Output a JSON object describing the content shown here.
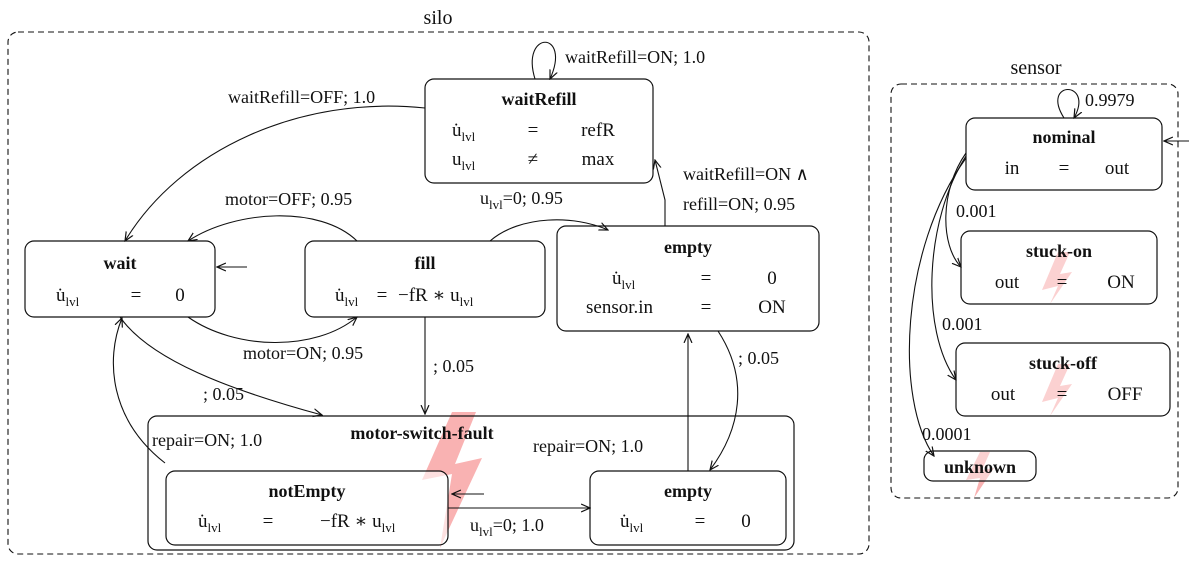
{
  "silo": {
    "title": "silo",
    "states": {
      "waitRefill": {
        "name": "waitRefill",
        "row1": {
          "lhs": "u̇",
          "sub": "lvl",
          "op": "=",
          "rhs": "refR"
        },
        "row2": {
          "lhs": "u",
          "sub": "lvl",
          "op": "≠",
          "rhs": "max"
        }
      },
      "wait": {
        "name": "wait",
        "row1": {
          "lhs": "u̇",
          "sub": "lvl",
          "op": "=",
          "rhs": "0"
        }
      },
      "fill": {
        "name": "fill",
        "row1": {
          "lhs": "u̇",
          "sub": "lvl",
          "op": "=",
          "rhs": "−fR ∗ u",
          "rhs_sub": "lvl"
        }
      },
      "empty": {
        "name": "empty",
        "row1": {
          "lhs": "u̇",
          "sub": "lvl",
          "op": "=",
          "rhs": "0"
        },
        "row2": {
          "lhs": "sensor.in",
          "op": "=",
          "rhs": "ON"
        }
      },
      "motor_switch_fault": {
        "name": "motor-switch-fault"
      },
      "notEmpty": {
        "name": "notEmpty",
        "row1": {
          "lhs": "u̇",
          "sub": "lvl",
          "op": "=",
          "rhs": "−fR ∗ u",
          "rhs_sub": "lvl"
        }
      },
      "fault_empty": {
        "name": "empty",
        "row1": {
          "lhs": "u̇",
          "sub": "lvl",
          "op": "=",
          "rhs": "0"
        }
      }
    },
    "transitions": {
      "waitRefill_self": "waitRefill=ON; 1.0",
      "waitRefill_to_wait": "waitRefill=OFF; 1.0",
      "fill_to_wait": "motor=OFF; 0.95",
      "fill_to_empty_pre": "u",
      "fill_to_empty_sub": "lvl",
      "fill_to_empty_post": "=0; 0.95",
      "empty_to_waitRefill_l1": "waitRefill=ON ∧",
      "empty_to_waitRefill_l2": "refill=ON; 0.95",
      "wait_to_fill": "motor=ON; 0.95",
      "wait_to_fault": "; 0.05",
      "fill_to_fault": "; 0.05",
      "empty_to_fault": "; 0.05",
      "fault_to_wait": "repair=ON; 1.0",
      "fault_empty_to_empty": "repair=ON; 1.0",
      "notEmpty_to_empty_pre": "u",
      "notEmpty_to_empty_sub": "lvl",
      "notEmpty_to_empty_post": "=0; 1.0"
    }
  },
  "sensor": {
    "title": "sensor",
    "states": {
      "nominal": {
        "name": "nominal",
        "row1": {
          "lhs": "in",
          "op": "=",
          "rhs": "out"
        }
      },
      "stuck_on": {
        "name": "stuck-on",
        "row1": {
          "lhs": "out",
          "op": "=",
          "rhs": "ON"
        }
      },
      "stuck_off": {
        "name": "stuck-off",
        "row1": {
          "lhs": "out",
          "op": "=",
          "rhs": "OFF"
        }
      },
      "unknown": {
        "name": "unknown"
      }
    },
    "transitions": {
      "nominal_self": "0.9979",
      "to_stuck_on": "0.001",
      "to_stuck_off": "0.001",
      "to_unknown": "0.0001"
    }
  },
  "colors": {
    "fault_bolt": "#f8a5a5",
    "ink": "#111111"
  },
  "icons": {
    "fault": "lightning-bolt-icon"
  }
}
